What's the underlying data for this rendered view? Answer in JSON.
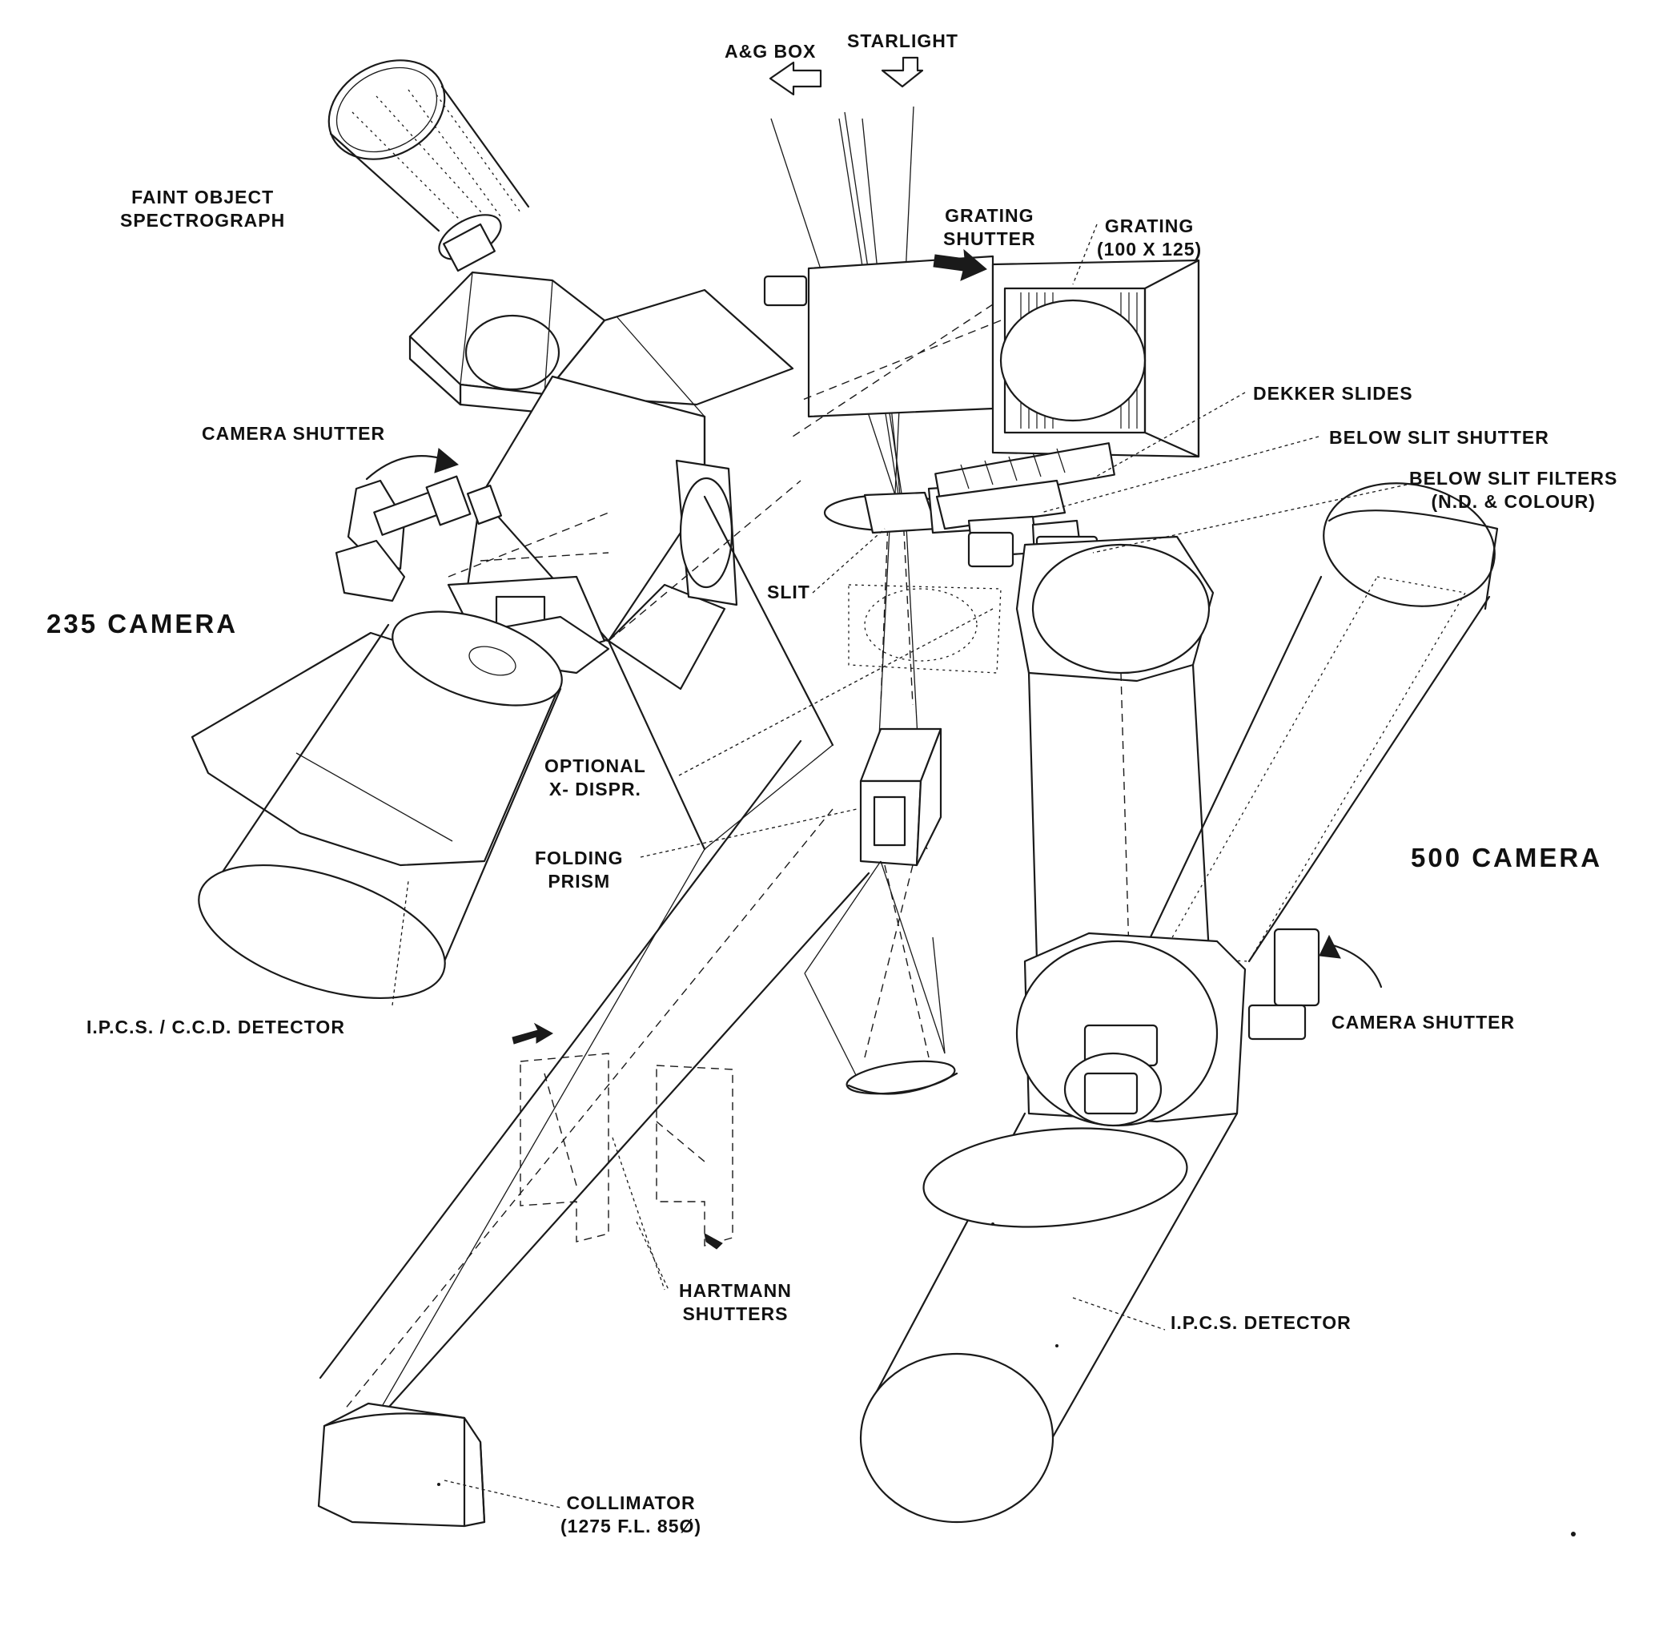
{
  "labels": {
    "ag_box": "A&G BOX",
    "starlight": "STARLIGHT",
    "faint_object": [
      "FAINT OBJECT",
      "SPECTROGRAPH"
    ],
    "grating_shutter": [
      "GRATING",
      "SHUTTER"
    ],
    "grating": [
      "GRATING",
      "(100 x 125)"
    ],
    "dekker_slides": "DEKKER SLIDES",
    "below_slit_shutter": "BELOW SLIT SHUTTER",
    "below_slit_filters": [
      "BELOW SLIT FILTERS",
      "(N.D. & COLOUR)"
    ],
    "camera_shutter_left": "CAMERA SHUTTER",
    "camera_235": "235 CAMERA",
    "slit": "SLIT",
    "optional_xdispr": [
      "OPTIONAL",
      "X- DISPR."
    ],
    "folding_prism": [
      "FOLDING",
      "PRISM"
    ],
    "camera_500": "500 CAMERA",
    "camera_shutter_right": "CAMERA SHUTTER",
    "ipcs_ccd_detector": "I.P.C.S. / C.C.D. DETECTOR",
    "hartmann_shutters": [
      "HARTMANN",
      "SHUTTERS"
    ],
    "ipcs_detector": "I.P.C.S. DETECTOR",
    "collimator": [
      "COLLIMATOR",
      "(1275 f.l. 85ø)"
    ]
  },
  "icons": [
    "outline-arrow-up-left-icon",
    "outline-arrow-down-icon",
    "solid-arrow-right-icon",
    "curved-arrow-icon"
  ],
  "colors": {
    "ink": "#1a1a1a",
    "paper": "#ffffff"
  }
}
